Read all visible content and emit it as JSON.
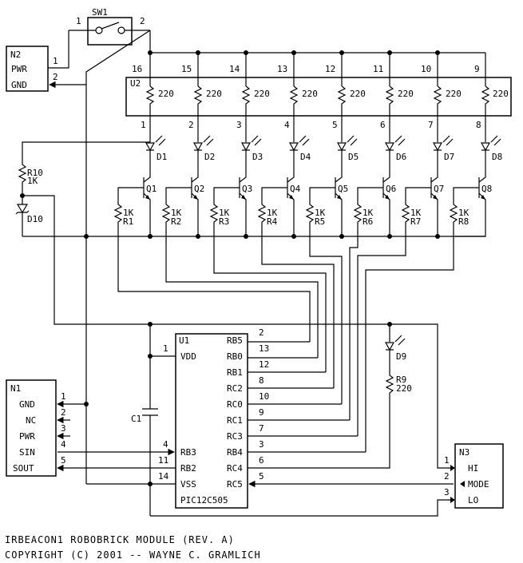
{
  "title": {
    "line1": "IRBEACON1 ROBOBRICK MODULE (REV. A)",
    "line2": "COPYRIGHT (C) 2001 -- WAYNE C. GRAMLICH"
  },
  "sw1": {
    "ref": "SW1",
    "pin1": "1",
    "pin2": "2"
  },
  "n2": {
    "ref": "N2",
    "pins": [
      {
        "num": "1",
        "name": "PWR"
      },
      {
        "num": "2",
        "name": "GND"
      }
    ]
  },
  "u2": {
    "ref": "U2",
    "value": "220",
    "top_pins": [
      "16",
      "15",
      "14",
      "13",
      "12",
      "11",
      "10",
      "9"
    ],
    "bottom_pins": [
      "1",
      "2",
      "3",
      "4",
      "5",
      "6",
      "7",
      "8"
    ]
  },
  "leds": [
    "D1",
    "D2",
    "D3",
    "D4",
    "D5",
    "D6",
    "D7",
    "D8"
  ],
  "transistors": [
    "Q1",
    "Q2",
    "Q3",
    "Q4",
    "Q5",
    "Q6",
    "Q7",
    "Q8"
  ],
  "base_resistors": {
    "refs": [
      "R1",
      "R2",
      "R3",
      "R4",
      "R5",
      "R6",
      "R7",
      "R8"
    ],
    "value": "1K"
  },
  "r10": {
    "ref": "R10",
    "value": "1K"
  },
  "d10": {
    "ref": "D10"
  },
  "d9": {
    "ref": "D9"
  },
  "r9": {
    "ref": "R9",
    "value": "220"
  },
  "c1": {
    "ref": "C1"
  },
  "u1": {
    "ref": "U1",
    "part": "PIC12C505",
    "left_pins": [
      {
        "num": "1",
        "name": "VDD"
      },
      {
        "num": "4",
        "name": "RB3"
      },
      {
        "num": "11",
        "name": "RB2"
      },
      {
        "num": "14",
        "name": "VSS"
      }
    ],
    "right_pins": [
      {
        "num": "2",
        "name": "RB5"
      },
      {
        "num": "13",
        "name": "RB0"
      },
      {
        "num": "12",
        "name": "RB1"
      },
      {
        "num": "8",
        "name": "RC2"
      },
      {
        "num": "10",
        "name": "RC0"
      },
      {
        "num": "9",
        "name": "RC1"
      },
      {
        "num": "7",
        "name": "RC3"
      },
      {
        "num": "3",
        "name": "RB4"
      },
      {
        "num": "6",
        "name": "RC4"
      },
      {
        "num": "5",
        "name": "RC5"
      }
    ]
  },
  "n1": {
    "ref": "N1",
    "pins": [
      {
        "num": "1",
        "name": "GND"
      },
      {
        "num": "2",
        "name": "NC"
      },
      {
        "num": "3",
        "name": "PWR"
      },
      {
        "num": "4",
        "name": "SIN"
      },
      {
        "num": "5",
        "name": "SOUT"
      }
    ]
  },
  "n3": {
    "ref": "N3",
    "pins": [
      {
        "num": "1",
        "name": "HI"
      },
      {
        "num": "2",
        "name": "MODE"
      },
      {
        "num": "3",
        "name": "LO"
      }
    ]
  }
}
